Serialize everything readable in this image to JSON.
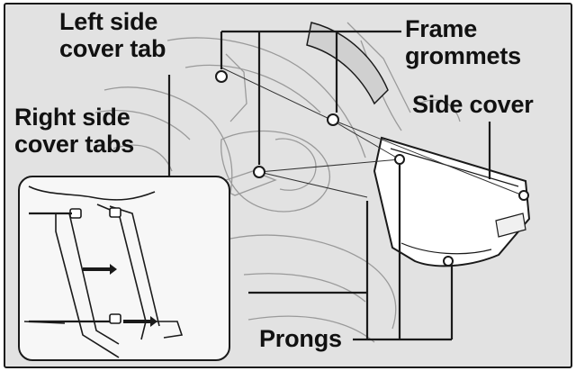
{
  "callouts": {
    "left_side_cover_tab": "Left side\ncover tab",
    "frame_grommets": "Frame\ngrommets",
    "side_cover": "Side cover",
    "right_side_cover_tabs": "Right side\ncover tabs",
    "prongs": "Prongs"
  },
  "colors": {
    "background": "#e2e2e2",
    "line": "#1a1a1a",
    "part_fill": "#ffffff",
    "inset_fill": "#f7f7f7"
  }
}
